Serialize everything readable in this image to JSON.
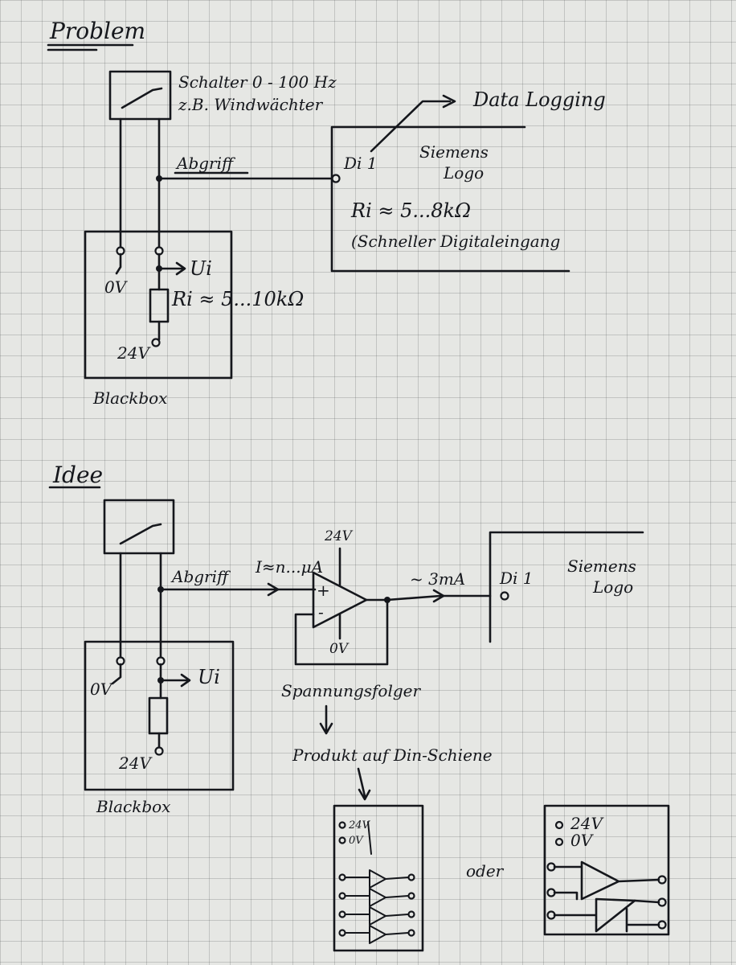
{
  "problem": {
    "heading": "Problem",
    "switch_label_1": "Schalter 0 - 100 Hz",
    "switch_label_2": "z.B. Windwächter",
    "tap_label": "Abgriff",
    "data_logging": "Data Logging",
    "logo_input": "Di 1",
    "logo_name_1": "Siemens",
    "logo_name_2": "Logo",
    "logo_ri": "Ri ≈ 5...8kΩ",
    "logo_note": "(Schneller Digitaleingang",
    "bb_0v": "0V",
    "bb_ui": "Ui",
    "bb_ri": "Ri ≈ 5...10kΩ",
    "bb_24v": "24V",
    "blackbox": "Blackbox"
  },
  "idea": {
    "heading": "Idee",
    "tap_label": "Abgriff",
    "current_in": "I≈n...μA",
    "supply_24v": "24V",
    "supply_0v": "0V",
    "plus": "+",
    "minus": "-",
    "current_out": "~ 3mA",
    "logo_input": "Di 1",
    "logo_name_1": "Siemens",
    "logo_name_2": "Logo",
    "bb_0v": "0V",
    "bb_ui": "Ui",
    "bb_24v": "24V",
    "blackbox": "Blackbox",
    "follower": "Spannungsfolger",
    "product": "Produkt auf Din-Schiene",
    "module_a_24v": "24V",
    "module_a_0v": "0V",
    "oder": "oder",
    "module_b_24v": "24V",
    "module_b_0v": "0V"
  }
}
